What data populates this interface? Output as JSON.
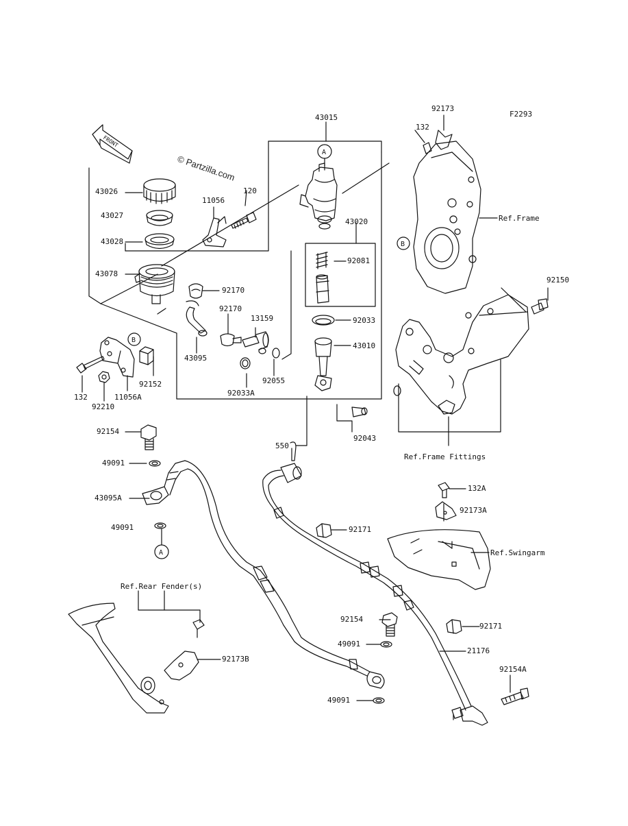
{
  "diagram_code": "F2293",
  "watermark": "© Partzilla.com",
  "front_arrow_label": "FRONT",
  "markers": {
    "a": "A",
    "b": "B"
  },
  "labels": {
    "p43015": "43015",
    "p92173": "92173",
    "p132_top": "132",
    "p43026": "43026",
    "p43027": "43027",
    "p43028": "43028",
    "p43078": "43078",
    "p11056": "11056",
    "p120": "120",
    "p43020": "43020",
    "p92081": "92081",
    "ref_frame": "Ref.Frame",
    "p92150": "92150",
    "p92170_a": "92170",
    "p92170_b": "92170",
    "p13159": "13159",
    "p92033": "92033",
    "p43010": "43010",
    "p43095": "43095",
    "p92055": "92055",
    "p92033a": "92033A",
    "p92152": "92152",
    "p132_left": "132",
    "p11056a": "11056A",
    "p92210": "92210",
    "p92043": "92043",
    "ref_frame_fittings": "Ref.Frame Fittings",
    "p92154_top": "92154",
    "p550": "550",
    "p49091_a": "49091",
    "p43095a": "43095A",
    "p49091_b": "49091",
    "p132a": "132A",
    "p92173a": "92173A",
    "p92171_a": "92171",
    "ref_swingarm": "Ref.Swingarm",
    "ref_rear_fender": "Ref.Rear Fender(s)",
    "p92154_mid": "92154",
    "p92171_b": "92171",
    "p49091_c": "49091",
    "p21176": "21176",
    "p92173b": "92173B",
    "p92154a": "92154A",
    "p49091_d": "49091"
  }
}
